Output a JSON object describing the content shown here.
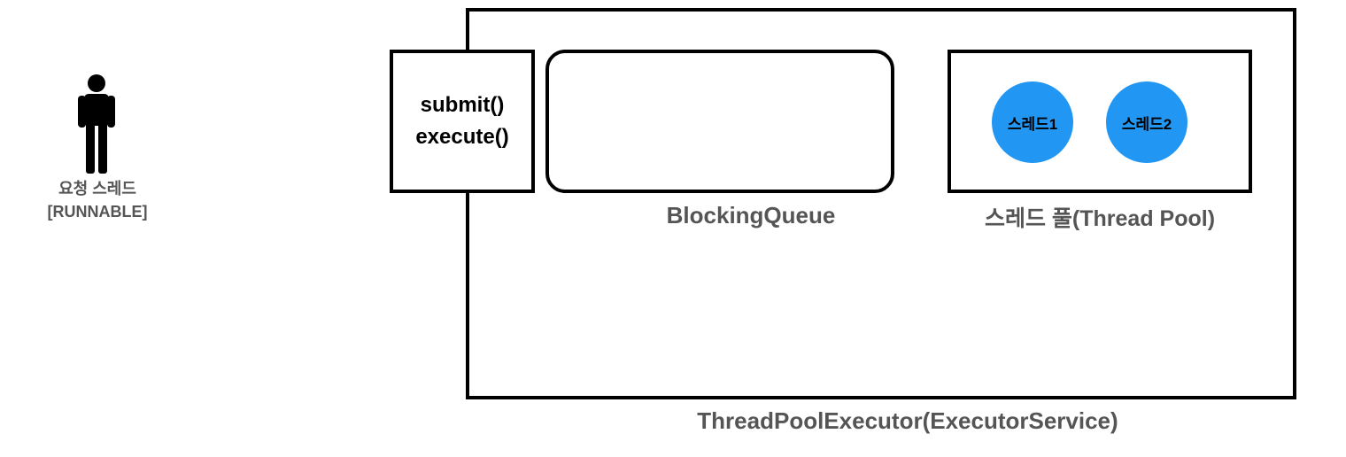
{
  "requester": {
    "label_line1": "요청 스레드",
    "label_line2": "[RUNNABLE]",
    "icon": "person-icon"
  },
  "entry": {
    "line1": "submit()",
    "line2": "execute()"
  },
  "queue": {
    "label": "BlockingQueue"
  },
  "pool": {
    "label": "스레드 풀(Thread Pool)",
    "threads": [
      "스레드1",
      "스레드2"
    ],
    "thread_color": "#2196f3"
  },
  "executor": {
    "label": "ThreadPoolExecutor(ExecutorService)"
  }
}
